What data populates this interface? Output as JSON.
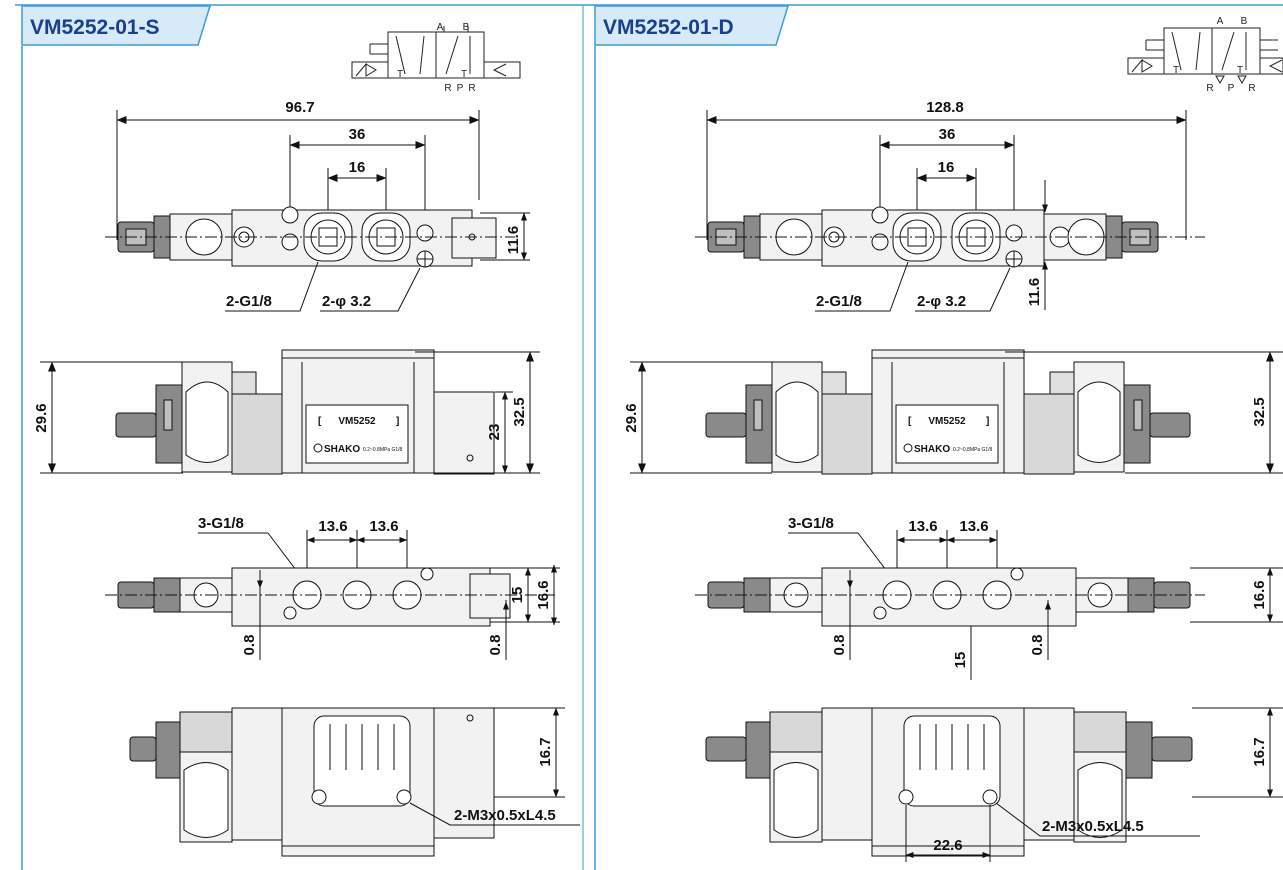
{
  "colors": {
    "accent": "#3d9bd6",
    "header_fill": "#d7eaf7",
    "title_text": "#1b3f8f",
    "body_fill": "#f2f2f2",
    "coil_fill": "#d8d8d8",
    "connector_fill": "#8a8a8a",
    "line": "#111111"
  },
  "panels": [
    {
      "title": "VM5252-01-S",
      "symbol_labels": {
        "a": "A",
        "b": "B",
        "r1": "R",
        "p": "P",
        "r2": "R",
        "t": "T"
      },
      "top_view": {
        "overall": "96.7",
        "span_outer": "36",
        "span_inner": "16",
        "height": "11.6",
        "ports_callout": "2-G1/8",
        "holes_callout": "2-φ 3.2"
      },
      "side_view": {
        "height_left": "29.6",
        "height_inner": "23",
        "height_right": "32.5",
        "plate_model": "VM5252",
        "brand": "SHAKO",
        "plate_small": "0.2~0.8MPa G1/8"
      },
      "bottom_view": {
        "ports_callout": "3-G1/8",
        "pitch_1": "13.6",
        "pitch_2": "13.6",
        "offset_left": "0.8",
        "offset_right": "0.8",
        "height_inner": "15",
        "height_outer": "16.6"
      },
      "rear_view": {
        "height": "16.7",
        "screw_callout": "2-M3x0.5xL4.5"
      }
    },
    {
      "title": "VM5252-01-D",
      "symbol_labels": {
        "a": "A",
        "b": "B",
        "r1": "R",
        "p": "P",
        "r2": "R",
        "t": "T"
      },
      "top_view": {
        "overall": "128.8",
        "span_outer": "36",
        "span_inner": "16",
        "height": "11.6",
        "ports_callout": "2-G1/8",
        "holes_callout": "2-φ 3.2"
      },
      "side_view": {
        "height_left": "29.6",
        "height_right": "32.5",
        "plate_model": "VM5252",
        "brand": "SHAKO",
        "plate_small": "0.2~0.8MPa G1/8"
      },
      "bottom_view": {
        "ports_callout": "3-G1/8",
        "pitch_1": "13.6",
        "pitch_2": "13.6",
        "offset_left": "0.8",
        "offset_right": "0.8",
        "height_inner": "15",
        "height_outer": "16.6"
      },
      "rear_view": {
        "height": "16.7",
        "screw_callout": "2-M3x0.5xL4.5",
        "width": "22.6"
      }
    }
  ]
}
